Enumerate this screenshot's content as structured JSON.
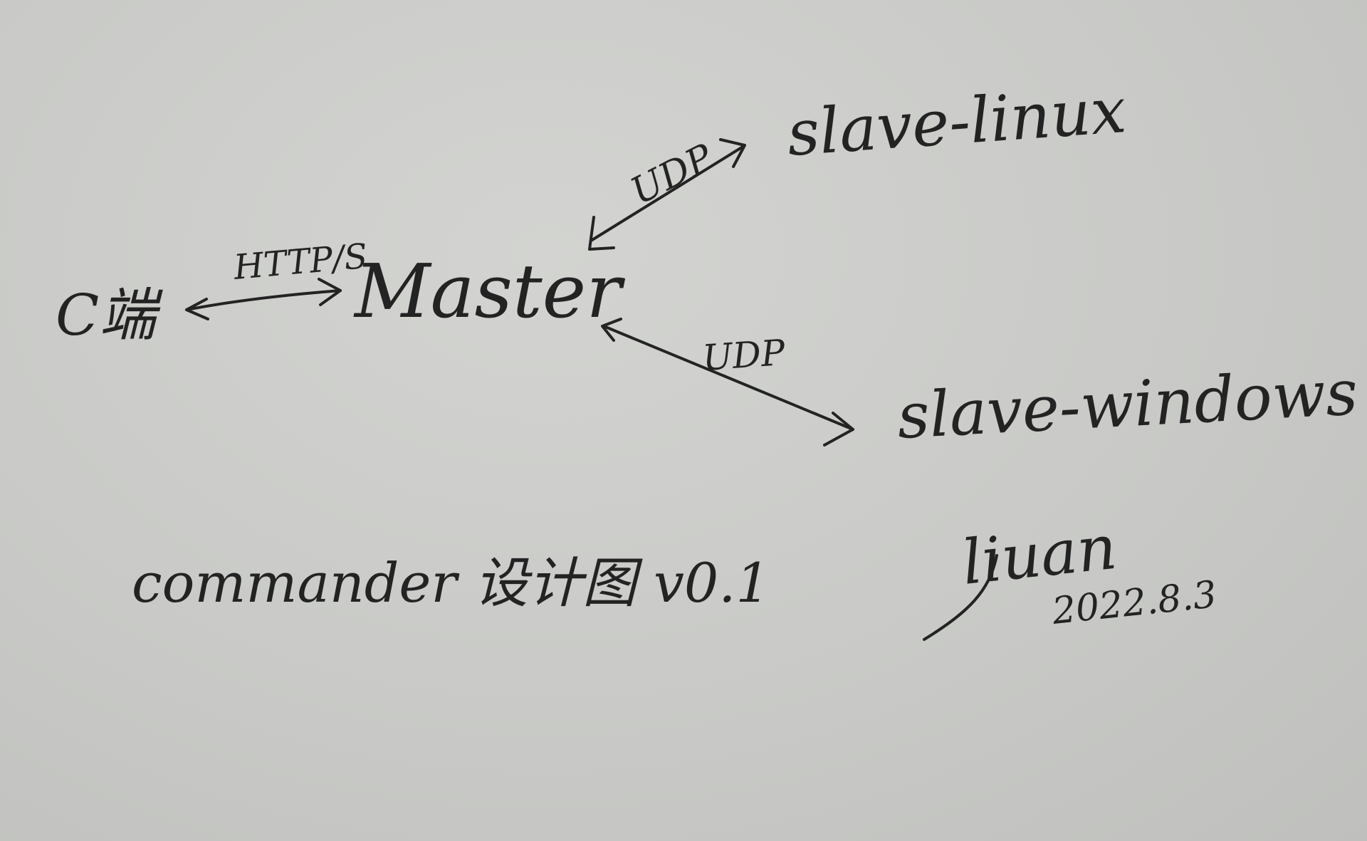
{
  "diagram": {
    "nodes": {
      "client": "C端",
      "master": "Master",
      "slave_linux": "slave-linux",
      "slave_windows": "slave-windows"
    },
    "edges": {
      "client_master": "HTTP/S",
      "master_linux": "UDP",
      "master_windows": "UDP"
    }
  },
  "caption": "commander 设计图 v0.1",
  "signature": {
    "name": "liuan",
    "date": "2022.8.3"
  },
  "colors": {
    "paper": "#cbccc9",
    "ink": "#232323"
  }
}
